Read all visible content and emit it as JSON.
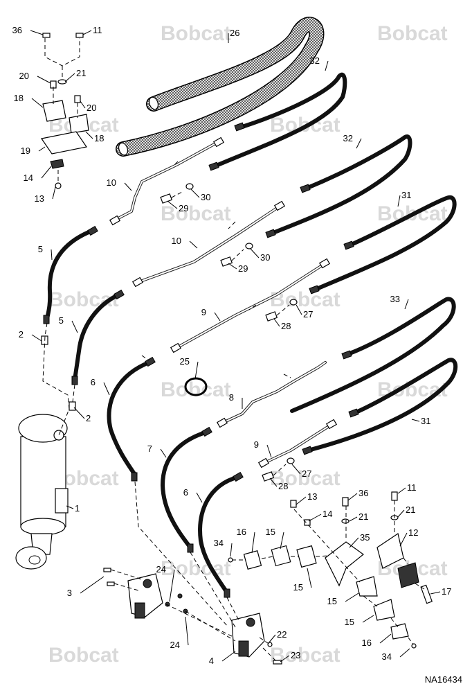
{
  "watermark": {
    "brand": "Bobcat"
  },
  "figure": {
    "code": "NA16434"
  },
  "callouts": [
    "1",
    "2",
    "2",
    "3",
    "4",
    "5",
    "5",
    "6",
    "6",
    "7",
    "8",
    "9",
    "9",
    "10",
    "10",
    "11",
    "11",
    "12",
    "13",
    "13",
    "14",
    "14",
    "15",
    "15",
    "15",
    "15",
    "16",
    "16",
    "17",
    "18",
    "18",
    "19",
    "20",
    "20",
    "21",
    "21",
    "21",
    "22",
    "23",
    "24",
    "24",
    "25",
    "26",
    "27",
    "27",
    "28",
    "28",
    "29",
    "29",
    "30",
    "30",
    "31",
    "31",
    "32",
    "32",
    "33",
    "34",
    "34",
    "35",
    "36",
    "36"
  ],
  "colors": {
    "line": "#000000",
    "watermark": "#d9d9d9",
    "hose_sleeve": "#555555"
  }
}
